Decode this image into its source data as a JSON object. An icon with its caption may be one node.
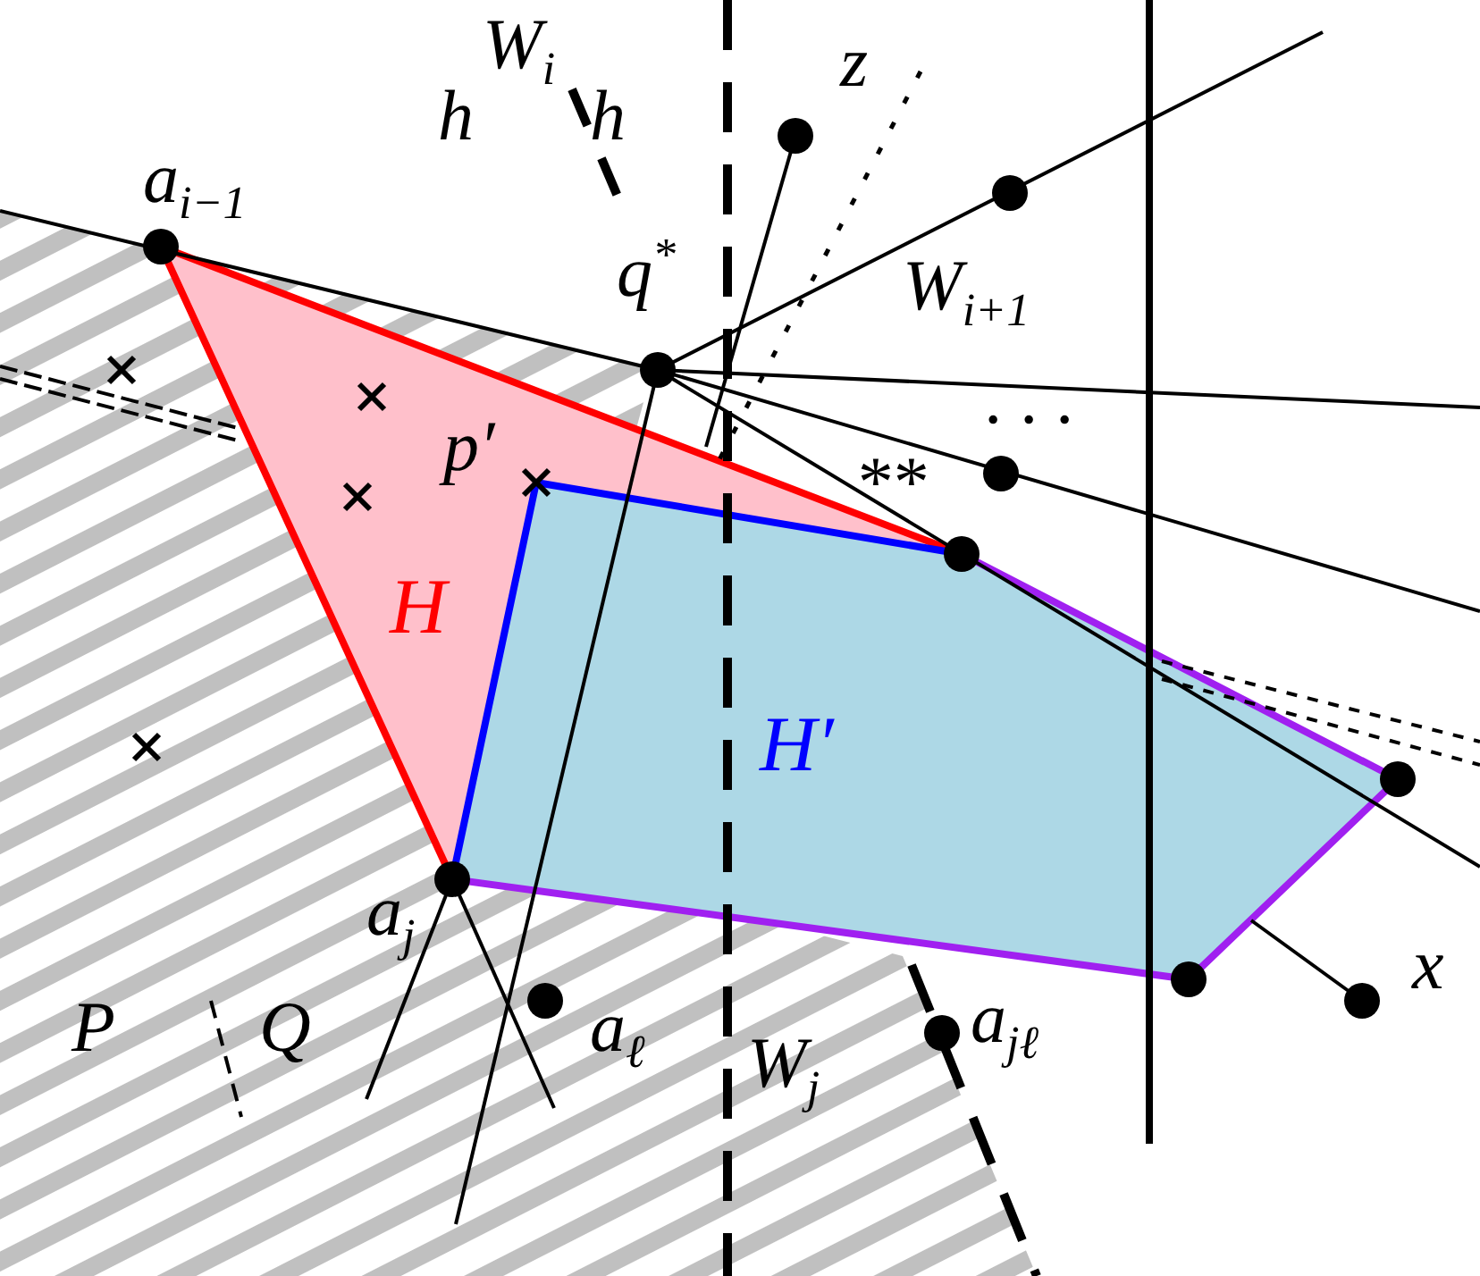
{
  "diagram": {
    "nodes": [
      {
        "text": [
          "H"
        ]
      },
      {
        "text": [
          "H′"
        ]
      }
    ],
    "labels": [
      "h",
      "W$_{i}$",
      "h",
      "z",
      "a$_{i−1}$",
      "q$^{*}$",
      "W$_{i+1}$",
      "· · ·",
      "p′",
      "**",
      "a$_{j}$",
      "x",
      "P",
      "Q",
      "a$_{ℓ}$",
      "W$_{j}$",
      "a$_{jℓ}$"
    ]
  }
}
